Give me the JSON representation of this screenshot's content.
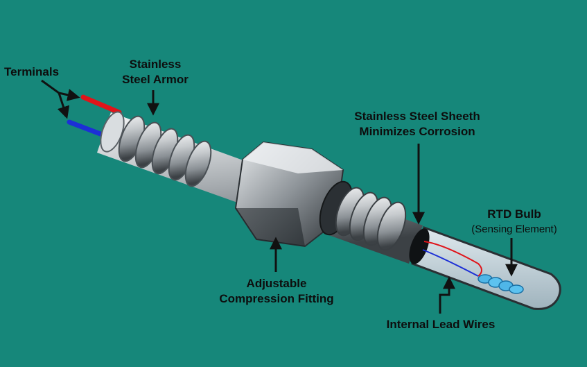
{
  "labels": {
    "terminals": "Terminals",
    "armor_line1": "Stainless",
    "armor_line2": "Steel Armor",
    "sheath_line1": "Stainless Steel Sheeth",
    "sheath_line2": "Minimizes Corrosion",
    "bulb_line1": "RTD Bulb",
    "bulb_line2": "(Sensing Element)",
    "fitting_line1": "Adjustable",
    "fitting_line2": "Compression Fitting",
    "leads": "Internal Lead Wires"
  },
  "colors": {
    "background": "#16877a",
    "red_wire": "#e0141a",
    "blue_wire": "#1c2fd6",
    "steel": "#b9bec2",
    "bulb": "#4fb6e8"
  }
}
